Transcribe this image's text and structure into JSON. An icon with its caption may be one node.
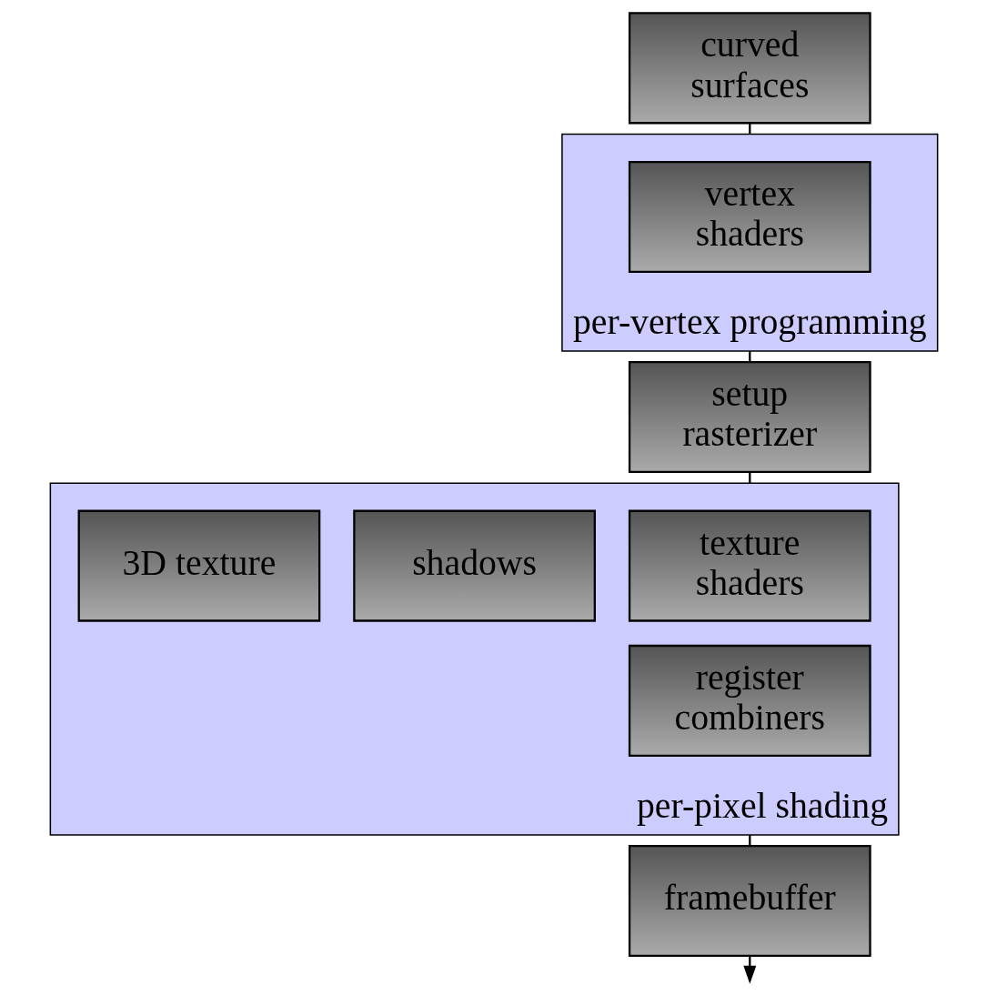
{
  "diagram": {
    "nodes": [
      {
        "text": [
          "curved surfaces"
        ]
      },
      {
        "text": [
          "per-vertex programming"
        ]
      },
      {
        "text": [
          "vertex shaders"
        ],
        "in": 1
      },
      {
        "text": [
          "setup rasterizer"
        ]
      },
      {
        "text": [
          "per-pixel shading"
        ]
      },
      {
        "text": [
          "texture shaders"
        ],
        "in": 4
      },
      {
        "text": [
          "shadows"
        ],
        "in": 4
      },
      {
        "text": [
          "3D texture"
        ],
        "in": 4
      },
      {
        "text": [
          "register combiners"
        ],
        "in": 4
      },
      {
        "text": [
          "framebuffer"
        ]
      }
    ],
    "edges": [
      {
        "from": 0,
        "to": 1,
        "arrow": "none"
      },
      {
        "from": 1,
        "to": 3,
        "arrow": "none"
      },
      {
        "from": 3,
        "to": 4,
        "arrow": "none"
      },
      {
        "from": 4,
        "to": 9,
        "arrow": "none"
      },
      {
        "from": 9,
        "to": null,
        "arrow": "to"
      }
    ]
  }
}
